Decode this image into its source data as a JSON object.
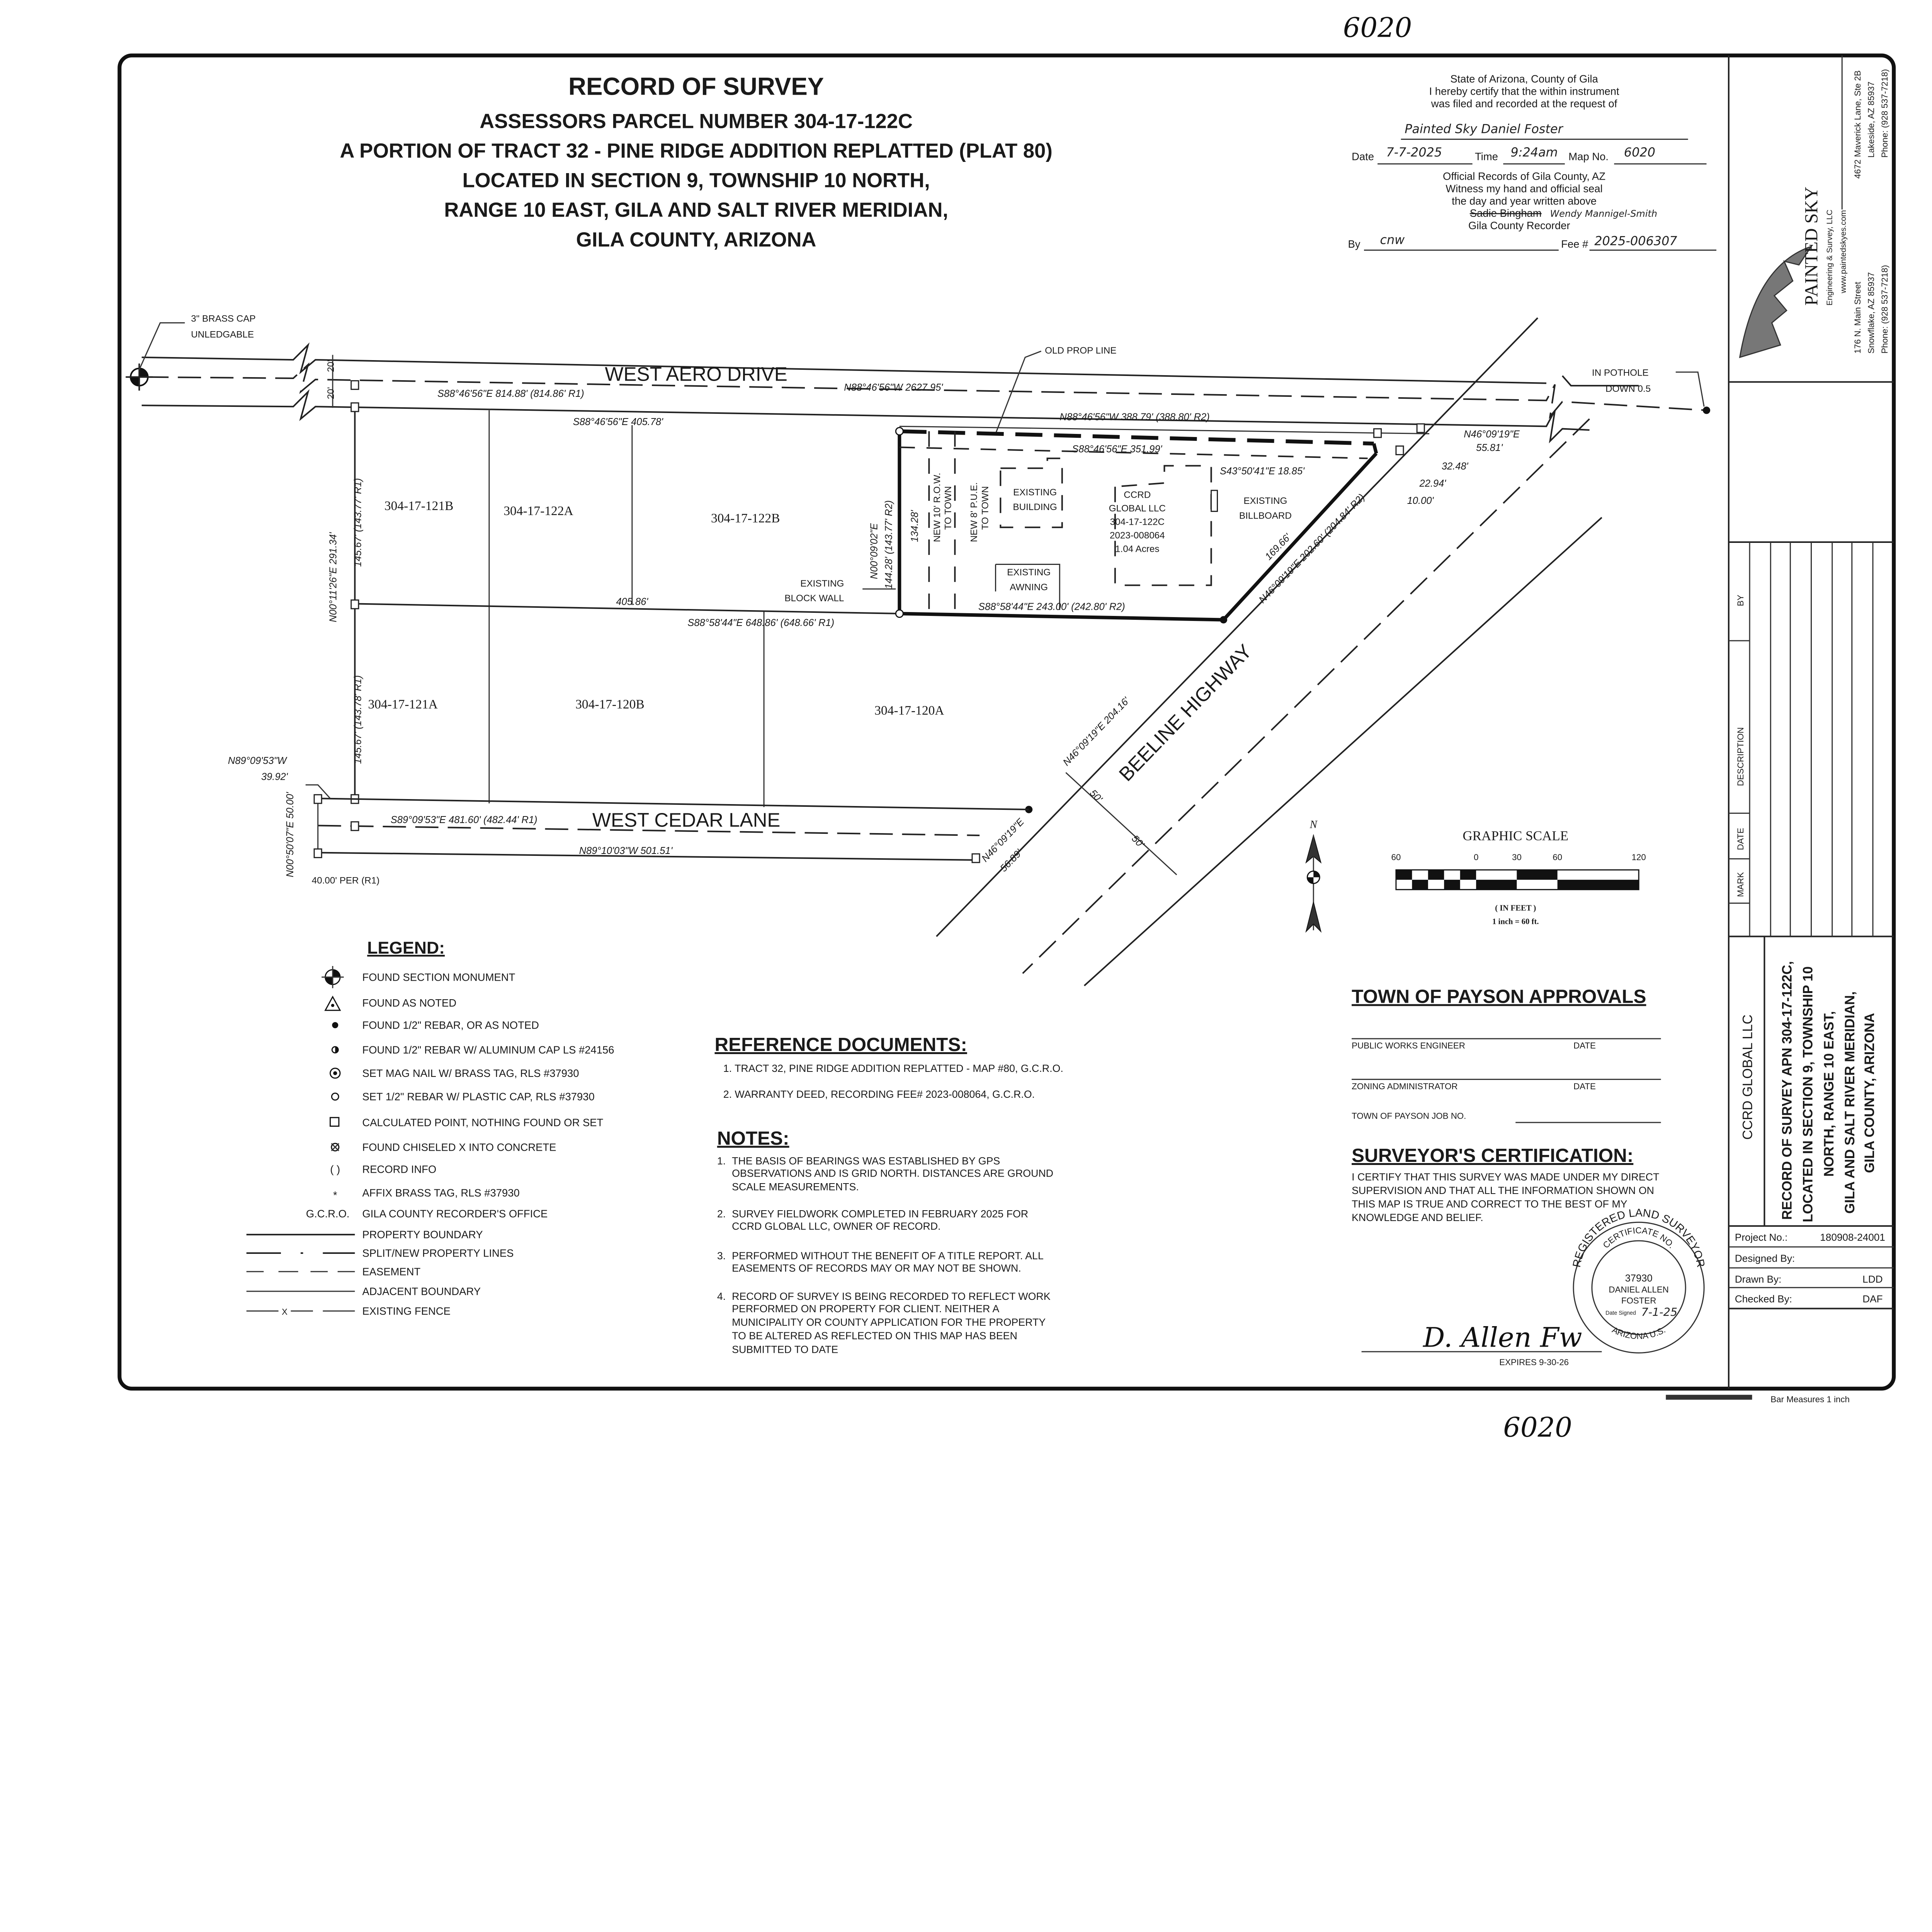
{
  "handwritten": {
    "map_no_top": "6020",
    "map_no_bottom": "6020"
  },
  "header": {
    "title": "RECORD OF SURVEY",
    "lines": [
      "ASSESSORS PARCEL NUMBER 304-17-122C",
      "A PORTION OF TRACT 32 - PINE RIDGE ADDITION REPLATTED (PLAT 80)",
      "LOCATED IN SECTION 9, TOWNSHIP 10 NORTH,",
      "RANGE 10 EAST, GILA AND SALT RIVER MERIDIAN,",
      "GILA COUNTY, ARIZONA"
    ]
  },
  "recorder": {
    "lines": [
      "State of Arizona, County of Gila",
      "I hereby certify that the within instrument",
      "was filed and recorded at the request of"
    ],
    "requester": "Painted Sky  Daniel Foster",
    "date_label": "Date",
    "date_value": "7-7-2025",
    "time_label": "Time",
    "time_value": "9:24am",
    "map_label": "Map No.",
    "map_value": "6020",
    "official_lines": [
      "Official Records of Gila County, AZ",
      "Witness my hand and official seal",
      "the day and year written above"
    ],
    "struck_name": "Sadie Bingham",
    "recorder_name": "Wendy Mannigel-Smith",
    "recorder_title": "Gila County Recorder",
    "by_label": "By",
    "by_value": "cnw",
    "fee_label": "Fee #",
    "fee_value": "2025-006307"
  },
  "company": {
    "name": "PAINTED SKY",
    "subtitle": "Engineering & Survey, LLC",
    "website": "www.paintedskyes.com",
    "office1": [
      "176 N. Main Street",
      "Snowflake, AZ 85937",
      "Phone: (928 537-7218)"
    ],
    "office2": [
      "4672 Maverick Lane, Ste 2B",
      "Lakeside, AZ 85937",
      "Phone: (928 537-7218)"
    ]
  },
  "revisions": {
    "headers": [
      "BY",
      "DESCRIPTION",
      "DATE",
      "MARK"
    ]
  },
  "title_block": {
    "client": "CCRD GLOBAL LLC",
    "description": [
      "RECORD OF SURVEY APN 304-17-122C,",
      "LOCATED IN SECTION 9, TOWNSHIP 10",
      "NORTH, RANGE 10 EAST,",
      "GILA AND SALT RIVER MERIDIAN,",
      "GILA COUNTY, ARIZONA"
    ],
    "rows": [
      {
        "label": "Project No.:",
        "value": "180908-24001"
      },
      {
        "label": "Designed By:",
        "value": ""
      },
      {
        "label": "Drawn By:",
        "value": "LDD"
      },
      {
        "label": "Checked By:",
        "value": "DAF"
      }
    ],
    "bar_note": "Bar Measures 1 inch"
  },
  "map": {
    "monument_note": [
      "3\" BRASS CAP",
      "UNLEDGABLE"
    ],
    "row_20a": "20'",
    "row_20b": "20'",
    "aero_drive": "WEST AERO DRIVE",
    "aero_center_brg": "S88°46'56\"E  814.88' (814.86' R1)",
    "aero_total_brg": "N88°46'56\"W  2627.95'",
    "aero_north_brg": "N88°46'56\"W  388.79' (388.80' R2)",
    "old_prop_line": "OLD PROP LINE",
    "pothole": [
      "IN POTHOLE",
      "DOWN 0.5"
    ],
    "brg_405_78": "S88°46'56\"E  405.78'",
    "dist_405_86": "405.86'",
    "brg_648": "S88°58'44\"E  648.86' (648.66' R1)",
    "left_brg": "N00°11'26\"E  291.34'",
    "left_dist_upper": "145.67' (143.77' R1)",
    "left_dist_lower": "145.67' (143.78' R1)",
    "west_brg": "N00°09'02\"E",
    "west_dist": "144.28' (143.77' R2)",
    "west_dist2": "134.28'",
    "row_new": [
      "NEW 10' R.O.W.",
      "TO TOWN"
    ],
    "pue_new": [
      "NEW 8' P.U.E.",
      "TO TOWN"
    ],
    "block_wall": [
      "EXISTING",
      "BLOCK WALL"
    ],
    "building": [
      "EXISTING",
      "BUILDING"
    ],
    "awning": [
      "EXISTING",
      "AWNING"
    ],
    "billboard": [
      "EXISTING",
      "BILLBOARD"
    ],
    "parcel": [
      "CCRD",
      "GLOBAL LLC",
      "304-17-122C",
      "2023-008064",
      "1.04 Acres"
    ],
    "brg_351": "S88°46'56\"E  351.99'",
    "brg_18": "S43°50'41\"E  18.85'",
    "brg_243": "S88°58'44\"E  243.00' (242.80' R2)",
    "dist_169": "169.66'",
    "brg_202": "N46°09'19\"E  202.60' (204.84' R2)",
    "brg_55": [
      "N46°09'19\"E",
      "55.81'"
    ],
    "dist_32": "32.48'",
    "dist_22": "22.94'",
    "dist_10": "10.00'",
    "lots": [
      "304-17-121B",
      "304-17-122A",
      "304-17-122B",
      "304-17-121A",
      "304-17-120B",
      "304-17-120A"
    ],
    "highway": "BEELINE HIGHWAY",
    "hwy_brg": "N46°09'19\"E  204.16'",
    "hwy_50a": "50'",
    "hwy_50b": "50'",
    "hwy_brg_short": [
      "N46°09'19\"E",
      "56.89'"
    ],
    "cedar_lane": "WEST CEDAR LANE",
    "cedar_center_brg": "S89°09'53\"E  481.60' (482.44' R1)",
    "cedar_south_brg": "N89°10'03\"W  501.51'",
    "cedar_west_brg": [
      "N89°09'53\"W",
      "39.92'"
    ],
    "cedar_vert_brg": "N00°50'07\"E  50.00'",
    "per_r1": "40.00' PER (R1)",
    "north": "N"
  },
  "scale": {
    "title": "GRAPHIC SCALE",
    "ticks": [
      "60",
      "0",
      "30",
      "60",
      "120"
    ],
    "units": "( IN FEET )",
    "ratio": "1 inch = 60 ft."
  },
  "legend": {
    "title": "LEGEND:",
    "items": [
      {
        "icon": "section-monument",
        "label": "FOUND SECTION MONUMENT"
      },
      {
        "icon": "triangle",
        "label": "FOUND AS NOTED"
      },
      {
        "icon": "filled-dot",
        "label": "FOUND 1/2\" REBAR, OR AS NOTED"
      },
      {
        "icon": "half-dot",
        "label": "FOUND 1/2\" REBAR W/ ALUMINUM CAP LS #24156"
      },
      {
        "icon": "double-circle",
        "label": "SET MAG NAIL W/ BRASS TAG, RLS #37930"
      },
      {
        "icon": "open-circle",
        "label": "SET 1/2\" REBAR W/ PLASTIC CAP, RLS #37930"
      },
      {
        "icon": "square",
        "label": "CALCULATED POINT, NOTHING FOUND OR SET"
      },
      {
        "icon": "x-circle",
        "label": "FOUND CHISELED X INTO CONCRETE"
      },
      {
        "icon": "parens",
        "symbol": "( )",
        "label": "RECORD INFO"
      },
      {
        "icon": "asterisk",
        "symbol": "*",
        "label": "AFFIX BRASS TAG, RLS #37930"
      },
      {
        "icon": "text",
        "symbol": "G.C.R.O.",
        "label": "GILA COUNTY RECORDER'S OFFICE"
      }
    ],
    "lines": [
      {
        "style": "property",
        "label": "PROPERTY BOUNDARY"
      },
      {
        "style": "split",
        "label": "SPLIT/NEW PROPERTY LINES"
      },
      {
        "style": "easement",
        "label": "EASEMENT"
      },
      {
        "style": "adjacent",
        "label": "ADJACENT BOUNDARY"
      },
      {
        "style": "fence",
        "label": "EXISTING FENCE",
        "mark": "X"
      }
    ]
  },
  "references": {
    "title": "REFERENCE  DOCUMENTS:",
    "items": [
      "1.  TRACT 32, PINE RIDGE ADDITION REPLATTED - MAP #80, G.C.R.O.",
      "2.  WARRANTY DEED, RECORDING FEE# 2023-008064, G.C.R.O."
    ]
  },
  "notes": {
    "title": "NOTES:",
    "items": [
      {
        "num": "1.",
        "lines": [
          "THE BASIS OF BEARINGS WAS ESTABLISHED BY GPS",
          "OBSERVATIONS AND IS GRID NORTH. DISTANCES ARE GROUND",
          "SCALE MEASUREMENTS."
        ]
      },
      {
        "num": "2.",
        "lines": [
          "SURVEY FIELDWORK COMPLETED IN FEBRUARY 2025 FOR",
          "CCRD GLOBAL LLC, OWNER OF RECORD."
        ]
      },
      {
        "num": "3.",
        "lines": [
          "PERFORMED WITHOUT THE BENEFIT OF A TITLE REPORT. ALL",
          "EASEMENTS OF RECORDS MAY OR MAY NOT BE SHOWN."
        ]
      },
      {
        "num": "4.",
        "lines": [
          "RECORD OF SURVEY IS BEING RECORDED TO REFLECT WORK",
          "PERFORMED ON PROPERTY FOR CLIENT. NEITHER A",
          "MUNICIPALITY OR COUNTY APPLICATION FOR THE PROPERTY",
          "TO BE ALTERED AS REFLECTED ON THIS MAP HAS BEEN",
          "SUBMITTED TO DATE"
        ]
      }
    ]
  },
  "approvals": {
    "title": "TOWN OF PAYSON APPROVALS",
    "public_works": "PUBLIC  WORKS  ENGINEER",
    "zoning": "ZONING  ADMINISTRATOR",
    "date_label": "DATE",
    "job_no": "TOWN  OF  PAYSON  JOB  NO."
  },
  "certification": {
    "title": "SURVEYOR'S CERTIFICATION:",
    "lines": [
      "I CERTIFY THAT THIS SURVEY WAS MADE UNDER MY DIRECT",
      "SUPERVISION AND THAT ALL THE INFORMATION SHOWN ON",
      "THIS MAP IS TRUE AND CORRECT TO THE BEST OF MY",
      "KNOWLEDGE AND BELIEF."
    ],
    "signature": "D. Allen Fw",
    "expires": "EXPIRES  9-30-26"
  },
  "seal": {
    "outer": "REGISTERED LAND SURVEYOR",
    "inner": "CERTIFICATE NO.",
    "number": "37930",
    "name1": "DANIEL ALLEN",
    "name2": "FOSTER",
    "date_signed_label": "Date Signed",
    "date_signed": "7-1-25",
    "state": "ARIZONA U.S."
  }
}
